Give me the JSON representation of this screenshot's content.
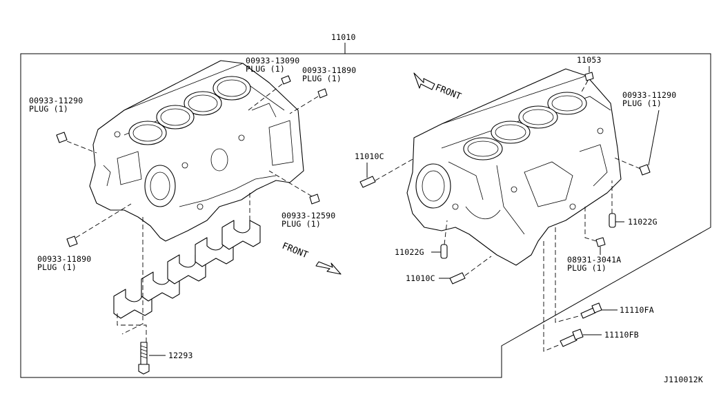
{
  "diagram_id": "J110012K",
  "assembly_number": "11010",
  "front_labels": [
    "FRONT",
    "FRONT"
  ],
  "callouts": {
    "plug_13090": {
      "part": "00933-13090",
      "desc": "PLUG (1)"
    },
    "plug_11890_top": {
      "part": "00933-11890",
      "desc": "PLUG (1)"
    },
    "plug_11290_left": {
      "part": "00933-11290",
      "desc": "PLUG (1)"
    },
    "plug_11890_bottom": {
      "part": "00933-11890",
      "desc": "PLUG (1)"
    },
    "plug_12590": {
      "part": "00933-12590",
      "desc": "PLUG (1)"
    },
    "bolt_12293": {
      "part": "12293"
    },
    "part_11053": {
      "part": "11053"
    },
    "plug_11290_right": {
      "part": "00933-11290",
      "desc": "PLUG (1)"
    },
    "dowel_11010c_upper": {
      "part": "11010C"
    },
    "dowel_11022g_right": {
      "part": "11022G"
    },
    "dowel_11022g_left": {
      "part": "11022G"
    },
    "plug_3041a": {
      "part": "08931-3041A",
      "desc": "PLUG (1)"
    },
    "dowel_11010c_lower": {
      "part": "11010C"
    },
    "bolt_11110fa": {
      "part": "11110FA"
    },
    "bolt_11110fb": {
      "part": "11110FB"
    }
  }
}
